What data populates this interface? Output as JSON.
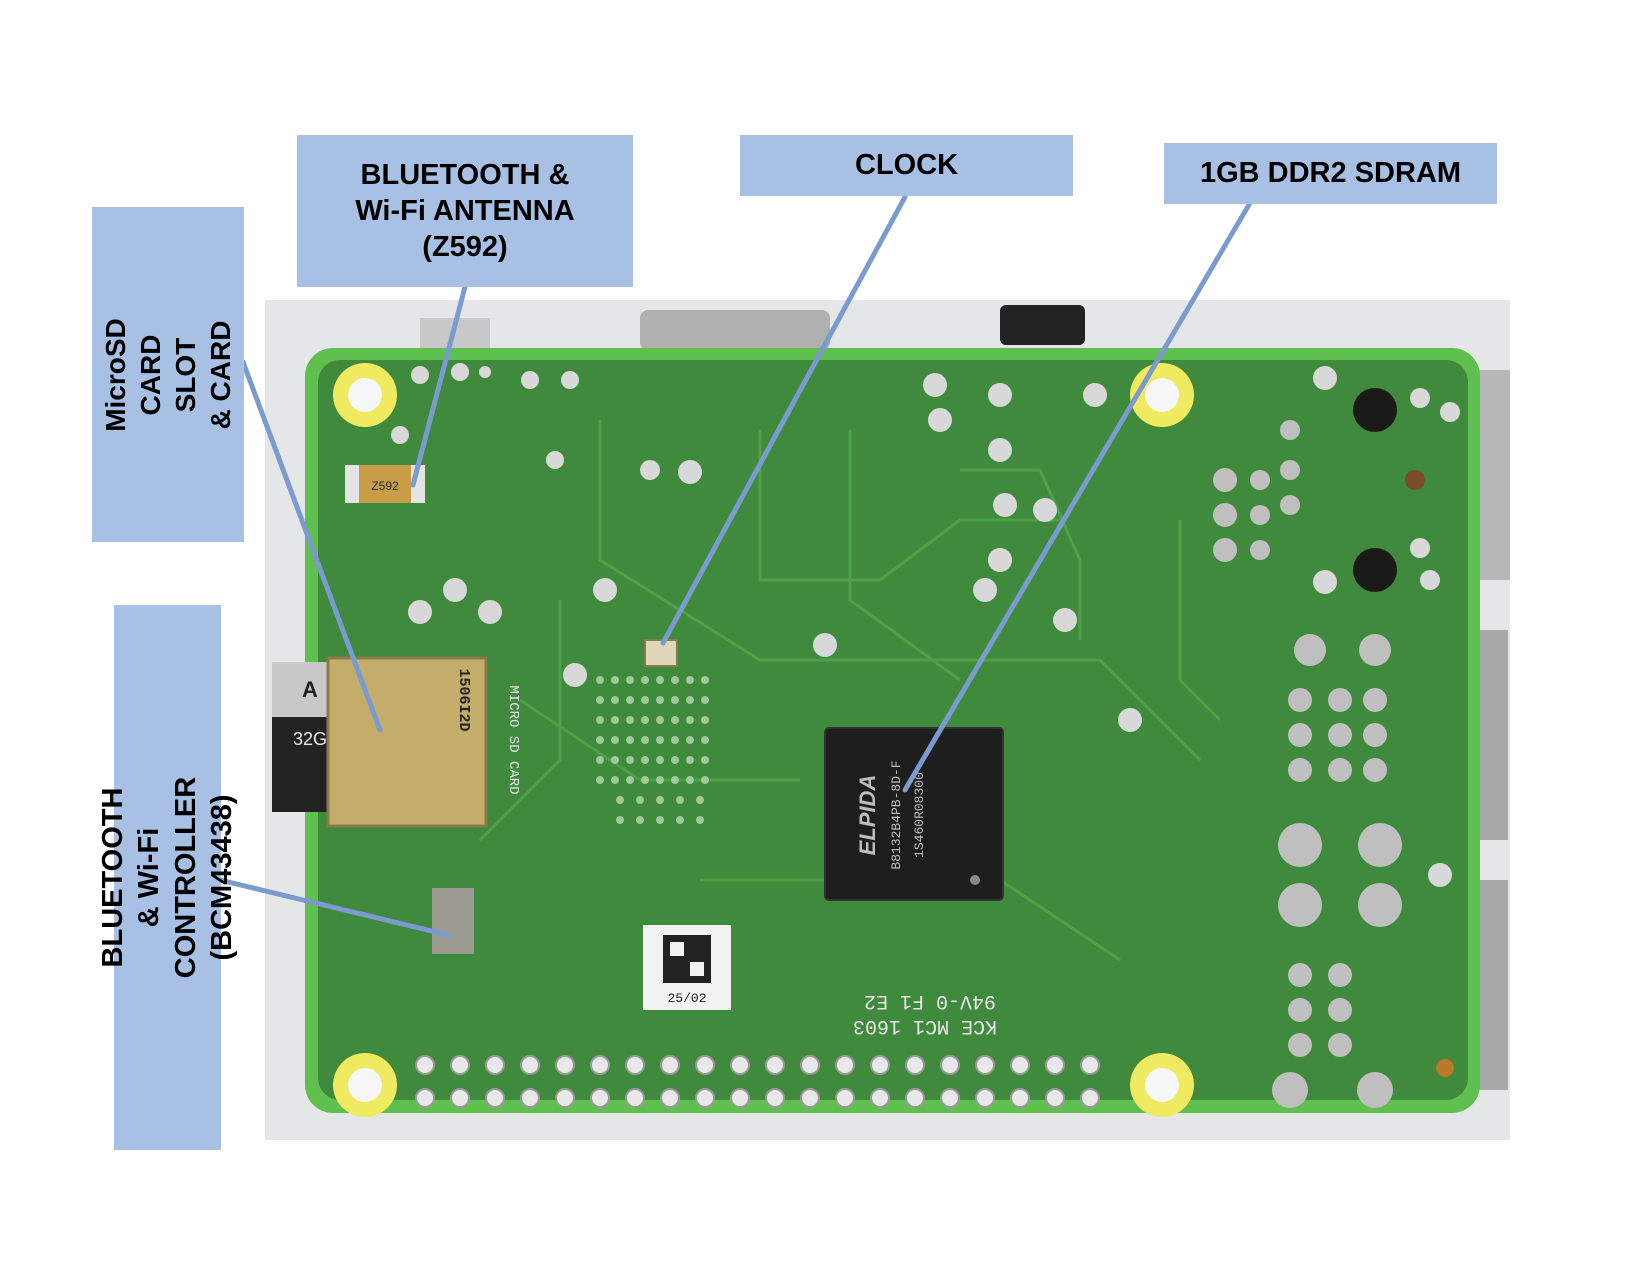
{
  "labels": {
    "antenna": "BLUETOOTH &\nWi-Fi ANTENNA\n(Z592)",
    "clock": "CLOCK",
    "sdram": "1GB DDR2 SDRAM",
    "microsd": "MicroSD\nCARD SLOT\n& CARD",
    "bt_controller": "BLUETOOTH & Wi-Fi\nCONTROLLER (BCM43438)"
  },
  "board_text": {
    "card_brand": "A",
    "card_capacity": "32G",
    "microsd_slot_code": "1506I2D",
    "microsd_label": "MICRO SD CARD",
    "antenna_part": "Z592",
    "ram_brand": "ELPIDA",
    "ram_part": "B8132B4PB-8D-F",
    "ram_code": "1S460R08300",
    "qr_date": "25/02",
    "mfr_code": "KCE MC1 1603",
    "fab_code": "94V-0 F1 E2"
  },
  "colors": {
    "label_fill": "#a8c0e4",
    "leader_line": "#7b9bd0",
    "pcb_green": "#3f8a3c",
    "pcb_edge": "#5fbf4f",
    "mount_hole": "#f0ea60"
  }
}
